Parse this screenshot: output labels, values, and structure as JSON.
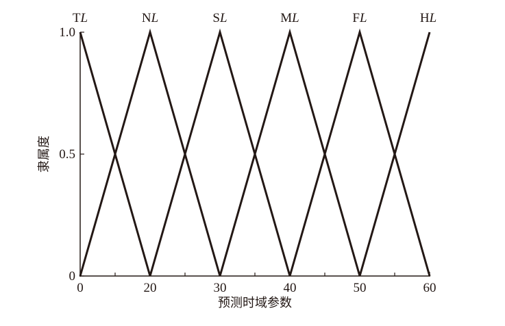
{
  "chart_data": {
    "type": "line",
    "title": "",
    "xlabel": "预测时域参数",
    "ylabel": "隶属度",
    "x_ticks": [
      0,
      20,
      30,
      40,
      50,
      60
    ],
    "x_minor_ticks": [
      10,
      25,
      35,
      45,
      55
    ],
    "x_tick_labels": [
      "0",
      "20",
      "30",
      "40",
      "50",
      "60"
    ],
    "y_ticks": [
      0,
      0.5,
      1.0
    ],
    "y_tick_labels": [
      "0",
      "0.5",
      "1.0"
    ],
    "xlim": [
      0,
      60
    ],
    "ylim": [
      0,
      1
    ],
    "grid": false,
    "line_color": "#231815",
    "series": [
      {
        "name": "TL",
        "prefix": "T",
        "suffix": "L",
        "x": [
          0,
          20
        ],
        "y": [
          1,
          0
        ]
      },
      {
        "name": "NL",
        "prefix": "N",
        "suffix": "L",
        "x": [
          0,
          20,
          30
        ],
        "y": [
          0,
          1,
          0
        ]
      },
      {
        "name": "SL",
        "prefix": "S",
        "suffix": "L",
        "x": [
          20,
          30,
          40
        ],
        "y": [
          0,
          1,
          0
        ]
      },
      {
        "name": "ML",
        "prefix": "M",
        "suffix": "L",
        "x": [
          30,
          40,
          50
        ],
        "y": [
          0,
          1,
          0
        ]
      },
      {
        "name": "FL",
        "prefix": "F",
        "suffix": "L",
        "x": [
          40,
          50,
          60
        ],
        "y": [
          0,
          1,
          0
        ]
      },
      {
        "name": "HL",
        "prefix": "H",
        "suffix": "L",
        "x": [
          50,
          60
        ],
        "y": [
          0,
          1
        ]
      }
    ]
  }
}
